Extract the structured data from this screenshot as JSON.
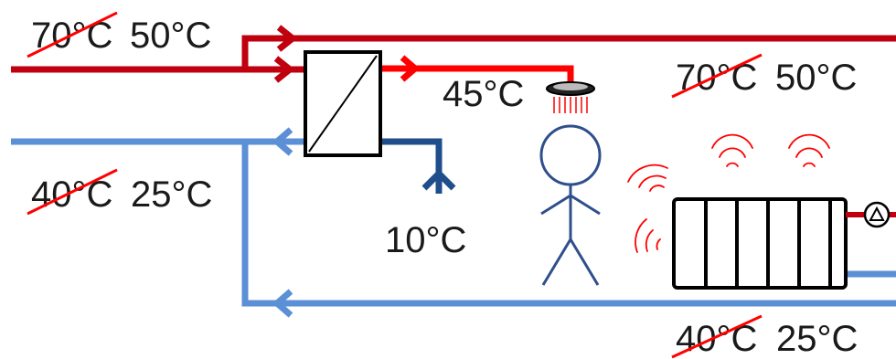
{
  "labels": {
    "supply_in": {
      "old_temp": "70°C",
      "new_temp": "50°C"
    },
    "supply_out": {
      "old_temp": "70°C",
      "new_temp": "50°C"
    },
    "return_left": {
      "old_temp": "40°C",
      "new_temp": "25°C"
    },
    "return_bottom": {
      "old_temp": "40°C",
      "new_temp": "25°C"
    },
    "shower_temp": "45°C",
    "cold_water_temp": "10°C"
  },
  "colors": {
    "supply_pipe": "#c0000f",
    "hot_tap_pipe": "#ff0000",
    "return_pipe": "#5b8fd6",
    "cold_water_pipe": "#1f4e8c",
    "strike": "#ff0000",
    "person": "#2f4f8c",
    "heat_waves": "#ff0000",
    "outline": "#000000"
  },
  "icons": [
    "heat-exchanger-icon",
    "shower-head-icon",
    "cold-water-tap-icon",
    "person-icon",
    "radiator-icon",
    "pump-icon",
    "heat-wave-icon"
  ]
}
